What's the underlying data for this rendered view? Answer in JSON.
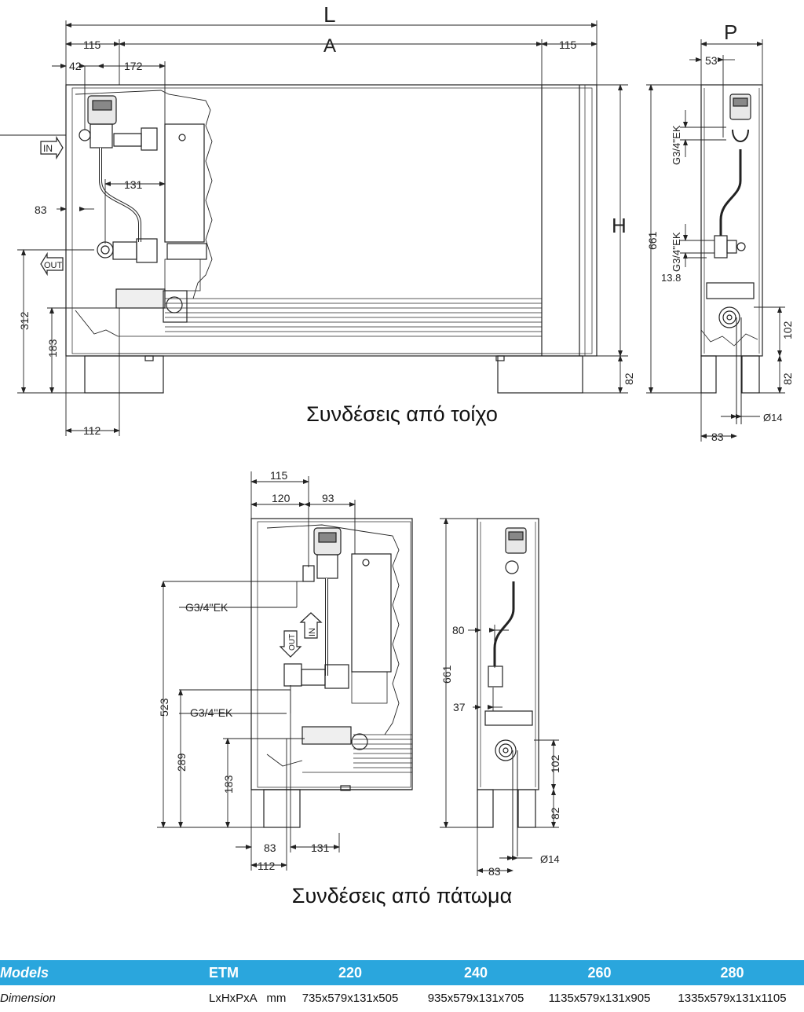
{
  "wall_section": {
    "caption": "Συνδέσεις από τοίχο",
    "dims": {
      "L": "L",
      "A": "A",
      "P": "P",
      "H": "H",
      "d115a": "115",
      "d115b": "115",
      "d42": "42",
      "d172": "172",
      "d131": "131",
      "d83": "83",
      "d312": "312",
      "d183": "183",
      "d112": "112",
      "d82": "82",
      "d53": "53",
      "d661": "661",
      "d13_8": "13.8",
      "d102": "102",
      "d82b": "82",
      "d14": "Ø14",
      "d83b": "83",
      "g1": "G3/4''EK",
      "g2": "G3/4''EK"
    },
    "flags": {
      "in": "IN",
      "out": "OUT"
    }
  },
  "floor_section": {
    "caption": "Συνδέσεις από πάτωμα",
    "dims": {
      "d115": "115",
      "d120": "120",
      "d93": "93",
      "g1": "G3/4''EK",
      "g2": "G3/4''EK",
      "d523": "523",
      "d289": "289",
      "d183": "183",
      "d83": "83",
      "d131": "131",
      "d112": "112",
      "d661": "661",
      "d80": "80",
      "d37": "37",
      "d102": "102",
      "d82": "82",
      "d14": "Ø14",
      "d83b": "83"
    },
    "flags": {
      "in": "IN",
      "out": "OUT"
    }
  },
  "table": {
    "header": {
      "models": "Models",
      "etm": "ETM",
      "m220": "220",
      "m240": "240",
      "m260": "260",
      "m280": "280"
    },
    "row": {
      "label": "Dimension",
      "unit": "LxHxPxA   mm",
      "v220": "735x579x131x505",
      "v240": "935x579x131x705",
      "v260": "1135x579x131x905",
      "v280": "1335x579x131x1105"
    }
  },
  "colors": {
    "header_bg": "#2aa6dd",
    "line": "#222222"
  }
}
